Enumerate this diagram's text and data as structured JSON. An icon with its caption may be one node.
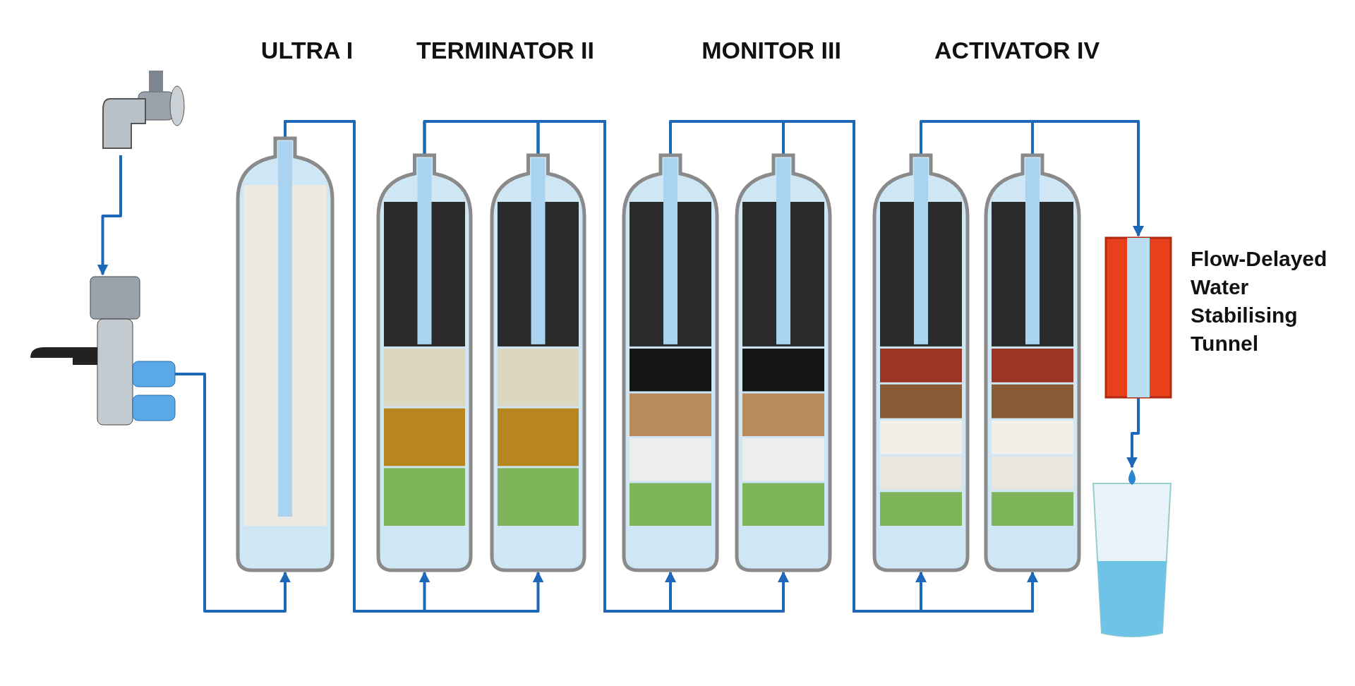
{
  "diagram": {
    "nodes": [
      {
        "text": [],
        "shape": "picture"
      },
      {
        "text": [],
        "shape": "picture"
      },
      {
        "text": [],
        "shape": "cylinder"
      },
      {
        "text": [],
        "shape": "cylinder"
      },
      {
        "text": [],
        "shape": "cylinder"
      },
      {
        "text": [],
        "shape": "cylinder"
      },
      {
        "text": [],
        "shape": "cylinder"
      },
      {
        "text": [],
        "shape": "cylinder"
      },
      {
        "text": [],
        "shape": "cylinder"
      },
      {
        "text": [],
        "shape": "box",
        "beside": [
          "Flow-Delayed Water Stabilising Tunnel"
        ]
      },
      {
        "text": [],
        "shape": "picture"
      }
    ],
    "edges": [
      {
        "from": 0,
        "to": 1,
        "arrow": "to"
      },
      {
        "from": 1,
        "to": 2,
        "arrow": "to"
      },
      {
        "from": 2,
        "to": 3,
        "arrow": "to"
      },
      {
        "from": 2,
        "to": 4,
        "arrow": "to"
      },
      {
        "from": 3,
        "to": 5,
        "arrow": "to"
      },
      {
        "from": 3,
        "to": 6,
        "arrow": "to"
      },
      {
        "from": 4,
        "to": 5,
        "arrow": "to"
      },
      {
        "from": 4,
        "to": 6,
        "arrow": "to"
      },
      {
        "from": 5,
        "to": 7,
        "arrow": "to"
      },
      {
        "from": 5,
        "to": 8,
        "arrow": "to"
      },
      {
        "from": 6,
        "to": 7,
        "arrow": "to"
      },
      {
        "from": 6,
        "to": 8,
        "arrow": "to"
      },
      {
        "from": 7,
        "to": 9,
        "arrow": "to"
      },
      {
        "from": 8,
        "to": 9,
        "arrow": "to"
      },
      {
        "from": 9,
        "to": 10,
        "arrow": "to"
      }
    ],
    "labels": [
      "ULTRA I",
      "TERMINATOR II",
      "MONITOR III",
      "ACTIVATOR IV"
    ]
  }
}
